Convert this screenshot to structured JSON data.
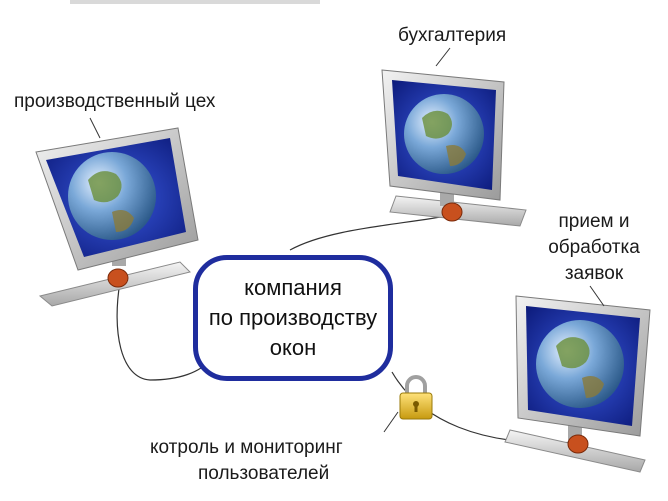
{
  "center": {
    "line1": "компания",
    "line2": "по производству",
    "line3": "окон"
  },
  "nodes": {
    "production": {
      "label": "производственный цех",
      "icon": "computer-icon"
    },
    "accounting": {
      "label": "бухгалтерия",
      "icon": "computer-icon"
    },
    "orders": {
      "line1": "прием и",
      "line2": "обработка",
      "line3": "заявок",
      "icon": "computer-icon"
    },
    "monitoring": {
      "line1": "котроль и мониторинг",
      "line2": "пользователей",
      "icon": "lock-icon"
    }
  },
  "colors": {
    "center_border": "#1f2d9e",
    "screen": "#2438b8",
    "monitor_frame": "#d8d8d8",
    "connector": "#c8501e",
    "lock": "#e8c020"
  }
}
